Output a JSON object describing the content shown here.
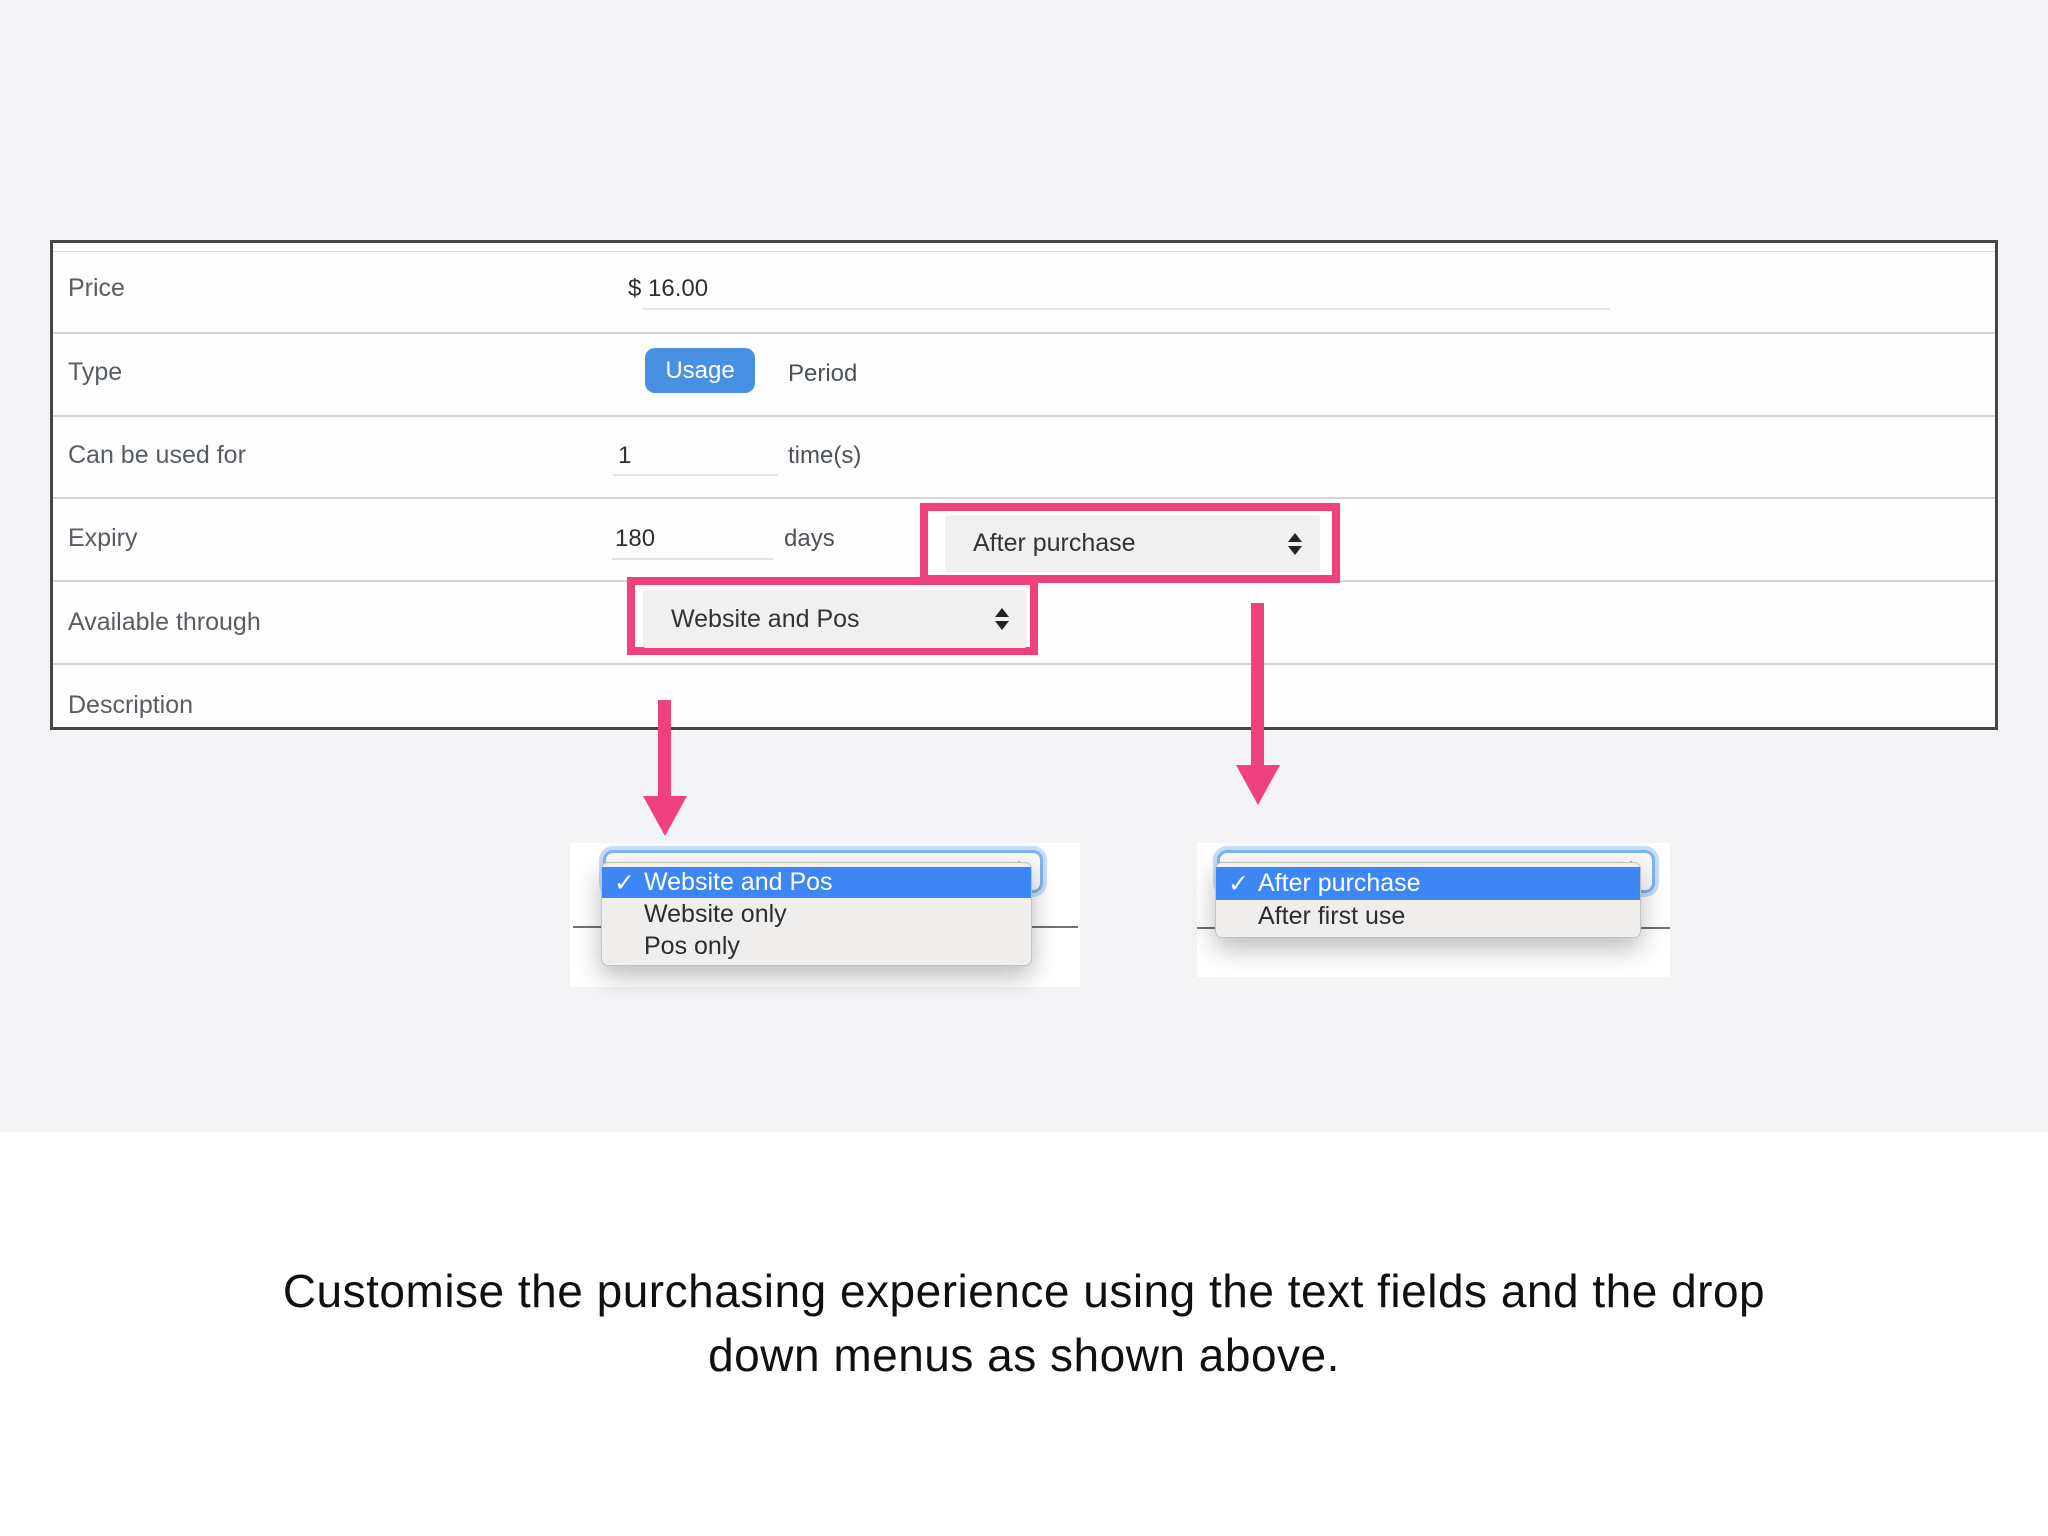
{
  "colors": {
    "accent_pink": "#F0417F",
    "selection_blue": "#3D86F6",
    "button_blue": "#4A90E2",
    "focus_ring_blue": "#7FB3EF"
  },
  "icons": {
    "checkmark": "✓",
    "select_arrows": "up-down-triangles"
  },
  "form": {
    "price": {
      "label": "Price",
      "value": "$ 16.00"
    },
    "type": {
      "label": "Type",
      "usage": "Usage",
      "period": "Period"
    },
    "usage_count": {
      "label": "Can be used for",
      "value": "1",
      "suffix": "time(s)"
    },
    "expiry": {
      "label": "Expiry",
      "value": "180",
      "suffix": "days",
      "selected": "After purchase"
    },
    "available": {
      "label": "Available through",
      "selected": "Website and Pos"
    },
    "description": {
      "label": "Description"
    }
  },
  "menus": {
    "available": {
      "selected": "Website and Pos",
      "option2": "Website only",
      "option3": "Pos only"
    },
    "expiry": {
      "selected": "After purchase",
      "option2": "After first use"
    }
  },
  "caption": {
    "line1": "Customise the purchasing experience using the text fields and the drop",
    "line2": "down menus as shown above."
  }
}
